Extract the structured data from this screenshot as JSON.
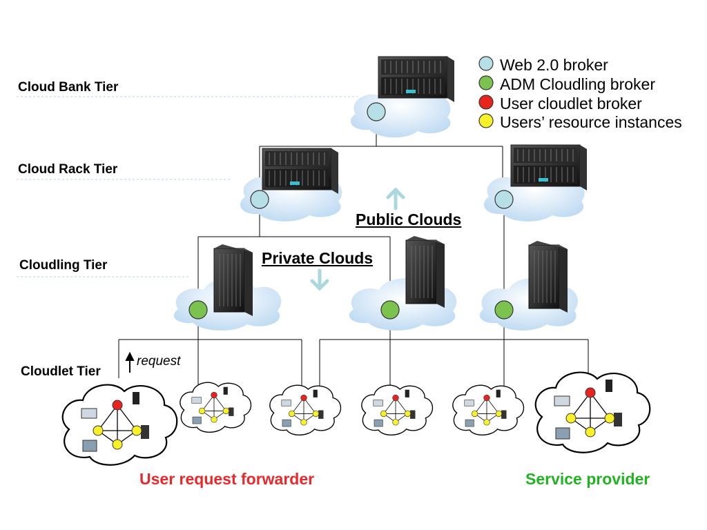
{
  "tiers": {
    "bank": "Cloud Bank Tier",
    "rack": "Cloud Rack Tier",
    "cloudling": "Cloudling Tier",
    "cloudlet": "Cloudlet Tier"
  },
  "legend": [
    {
      "label": "Web 2.0 broker",
      "color": "#b6e0e6"
    },
    {
      "label": "ADM Cloudling broker",
      "color": "#7cc24e"
    },
    {
      "label": "User cloudlet broker",
      "color": "#e8241e"
    },
    {
      "label": "Users’ resource instances",
      "color": "#f8f028"
    }
  ],
  "public_clouds": "Public Clouds",
  "private_clouds": "Private Clouds",
  "request": "request",
  "user_request_forwarder": {
    "text": "User request forwarder",
    "color": "#e8282a"
  },
  "service_provider": {
    "text": "Service provider",
    "color": "#22b222"
  },
  "arrow_color": "#a9d8dd",
  "cloud_color": "#cde4f6"
}
